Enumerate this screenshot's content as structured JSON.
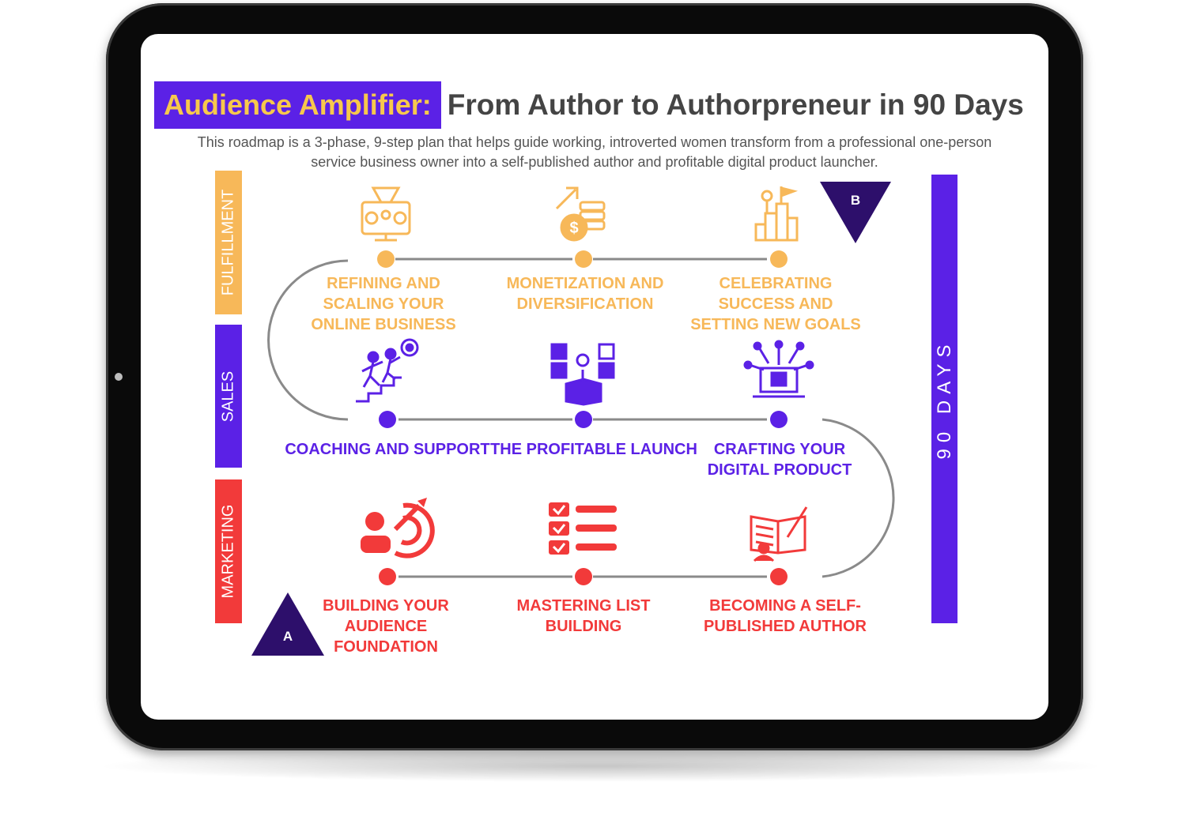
{
  "title": {
    "highlight": "Audience Amplifier:",
    "rest": "From Author to Authorpreneur in 90 Days"
  },
  "subtitle": {
    "line1": "This roadmap is a 3-phase, 9-step plan that helps guide working, introverted women transform from a professional one-person",
    "line2": "service business owner into a self-published author and profitable digital product launcher."
  },
  "phases": {
    "fulfillment": "FULFILLMENT",
    "sales": "SALES",
    "marketing": "MARKETING"
  },
  "duration": "90 DAYS",
  "markers": {
    "start": "A",
    "end": "B"
  },
  "colors": {
    "gold": "#f7b859",
    "purple": "#5b21e6",
    "red": "#f23a3a",
    "dark_purple": "#2d0f6b"
  },
  "steps": {
    "fulfillment": [
      {
        "lines": [
          "REFINING AND",
          "SCALING YOUR",
          "ONLINE BUSINESS"
        ],
        "icon": "monitor-funnel-icon"
      },
      {
        "lines": [
          "MONETIZATION AND",
          "DIVERSIFICATION"
        ],
        "icon": "coins-growth-icon"
      },
      {
        "lines": [
          "CELEBRATING",
          "SUCCESS AND",
          "SETTING NEW GOALS"
        ],
        "icon": "flag-summit-icon"
      }
    ],
    "sales": [
      {
        "lines": [
          "COACHING AND SUPPORT"
        ],
        "icon": "coaching-stairs-icon"
      },
      {
        "lines": [
          "THE PROFITABLE LAUNCH"
        ],
        "icon": "launch-box-icon"
      },
      {
        "lines": [
          "CRAFTING YOUR",
          "DIGITAL PRODUCT"
        ],
        "icon": "laptop-product-icon"
      }
    ],
    "marketing": [
      {
        "lines": [
          "BUILDING YOUR",
          "AUDIENCE",
          "FOUNDATION"
        ],
        "icon": "audience-target-icon"
      },
      {
        "lines": [
          "MASTERING LIST",
          "BUILDING"
        ],
        "icon": "checklist-icon"
      },
      {
        "lines": [
          "BECOMING A SELF-",
          "PUBLISHED AUTHOR"
        ],
        "icon": "book-writing-icon"
      }
    ]
  }
}
